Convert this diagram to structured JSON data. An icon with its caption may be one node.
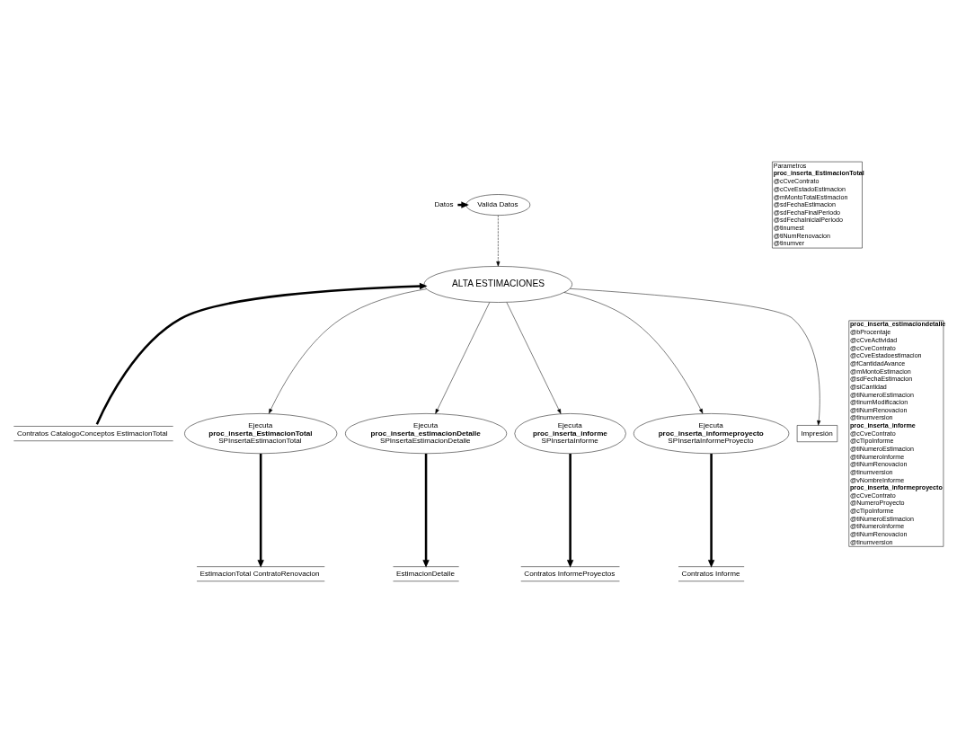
{
  "diagram": {
    "nodes": [
      {
        "text": [
          "Datos"
        ]
      },
      {
        "text": [
          "Valida Datos"
        ]
      },
      {
        "text": [
          "Contratos CatalogoConceptos EstimacionTotal"
        ]
      },
      {
        "text": [
          "ALTA ESTIMACIONES"
        ]
      },
      {
        "text": [
          "Impresión"
        ]
      },
      {
        "text": [
          "Parametros",
          "proc_inserta_EstimacionTotal",
          "@cCveContrato",
          "@cCveEstadoEstimacion",
          "@mMontoTotalEstimacion",
          "@sdFechaEstimacion",
          "@sdFechaFinalPeriodo",
          "@sdFechaInicialPeriodo",
          "@tinumest",
          "@tiNumRenovacion",
          "@tinumver"
        ]
      },
      {
        "text": [
          "proc_inserta_estimaciondetalle",
          "@bProcentaje",
          "@cCveActividad",
          "@cCveContrato",
          "@cCveEstadoestimacion",
          "@fCantidadAvance",
          "@mMontoEstimacion",
          "@sdFechaEstimacion",
          "@siCantidad",
          "@tiNumeroEstimacion",
          "@tinumModificacion",
          "@tiNumRenovacion",
          "@tinumversion",
          "proc_inserta_informe",
          "@cCveContrato",
          "@cTipoInforme",
          "@tiNumeroEstimacion",
          "@tiNumeroInforme",
          "@tiNumRenovacion",
          "@tinumversion",
          "@vNombreInforme",
          "proc_inserta_informeproyecto",
          "@cCveContrato",
          "@NumeroProyecto",
          "@cTipoInforme",
          "@tiNumeroEstimacion",
          "@tiNumeroInforme",
          "@tiNumRenovacion",
          "@tinumversion"
        ]
      },
      {
        "text": [
          "Ejecuta",
          "proc_inserta_EstimacionTotal",
          "SPInsertaEstimacionTotal"
        ]
      },
      {
        "text": [
          "Ejecuta",
          "proc_inserta_estimacionDetalle",
          "SPInsertaEstimacionDetalle"
        ]
      },
      {
        "text": [
          "Ejecuta",
          "proc_inserta_informe",
          "SPInsertaInforme"
        ]
      },
      {
        "text": [
          "Ejecuta",
          "proc_inserta_informeproyecto",
          "SPInsertaInformeProyecto"
        ]
      },
      {
        "text": [
          "EstimacionTotal ContratoRenovacion"
        ]
      },
      {
        "text": [
          "EstimacionDetalle"
        ]
      },
      {
        "text": [
          "Contratos InformeProyectos"
        ]
      },
      {
        "text": [
          "Contratos Informe"
        ]
      }
    ],
    "edges": [
      {
        "from": 0,
        "to": 1,
        "arrow": "to",
        "style": "thick"
      },
      {
        "from": 2,
        "to": 3,
        "arrow": "to",
        "style": "thick"
      },
      {
        "from": 1,
        "to": 3,
        "arrow": "to",
        "style": "dashed"
      },
      {
        "from": 3,
        "to": 4,
        "arrow": "to"
      },
      {
        "from": 3,
        "to": 7,
        "arrow": "to"
      },
      {
        "from": 3,
        "to": 8,
        "arrow": "to"
      },
      {
        "from": 3,
        "to": 9,
        "arrow": "to"
      },
      {
        "from": 3,
        "to": 10,
        "arrow": "to"
      },
      {
        "from": 7,
        "to": 11,
        "arrow": "to",
        "style": "thick"
      },
      {
        "from": 8,
        "to": 12,
        "arrow": "to",
        "style": "thick"
      },
      {
        "from": 9,
        "to": 13,
        "arrow": "to",
        "style": "thick"
      },
      {
        "from": 10,
        "to": 14,
        "arrow": "to",
        "style": "thick"
      }
    ]
  }
}
